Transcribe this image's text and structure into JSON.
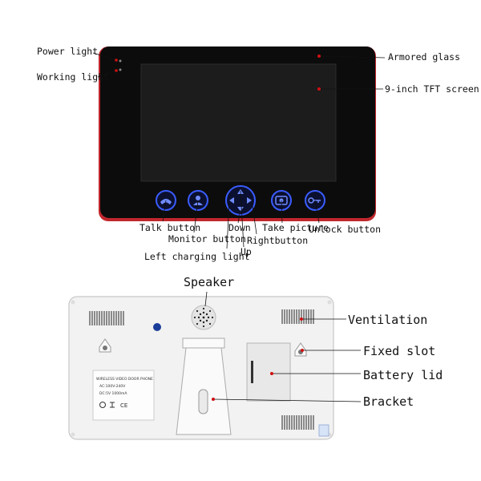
{
  "front_labels": {
    "power_light": "Power light",
    "working_light": "Working light",
    "armored_glass": "Armored glass",
    "tft_screen": "9-inch TFT screen",
    "talk_button": "Talk button",
    "monitor_button": "Monitor button",
    "left_charging_light": "Left charging light",
    "down": "Down",
    "up": "Up",
    "right_button": "Rightbutton",
    "take_picture": "Take picture",
    "unlock_button": "Unlock button"
  },
  "back_labels": {
    "speaker": "Speaker",
    "ventilation": "Ventilation",
    "fixed_slot": "Fixed slot",
    "battery_lid": "Battery lid",
    "bracket": "Bracket"
  },
  "sticker": {
    "line1": "WIRELESS VIDEO DOOR PHONE",
    "line2": "AC:100V-240V",
    "line3": "DC:5V  1000mA"
  },
  "colors": {
    "bezel": "#0c0c0c",
    "screen": "#1a1a1a",
    "button_glow": "#3a5cff",
    "marker": "#d01010",
    "back_housing": "#f2f2f2"
  },
  "icons": [
    "phone-icon",
    "person-icon",
    "direction-pad-icon",
    "camera-icon",
    "key-icon"
  ]
}
